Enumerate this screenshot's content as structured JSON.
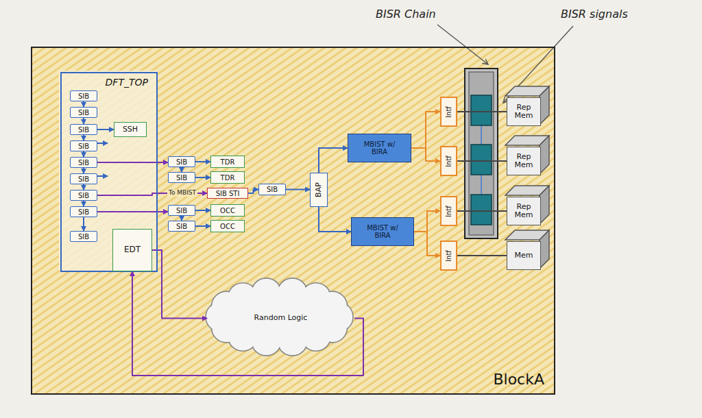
{
  "diagram": {
    "nodes": [
      {
        "text": [
          "BlockA"
        ]
      },
      {
        "text": [
          "DFT_TOP"
        ],
        "in": 0
      },
      {
        "text": [
          "SIB"
        ],
        "in": 1
      },
      {
        "text": [
          "SIB"
        ],
        "in": 1
      },
      {
        "text": [
          "SIB"
        ],
        "in": 1
      },
      {
        "text": [
          "SIB"
        ],
        "in": 1
      },
      {
        "text": [
          "SIB"
        ],
        "in": 1
      },
      {
        "text": [
          "SIB"
        ],
        "in": 1
      },
      {
        "text": [
          "SIB"
        ],
        "in": 1
      },
      {
        "text": [
          "SIB"
        ],
        "in": 1
      },
      {
        "text": [
          "SIB"
        ],
        "in": 1
      },
      {
        "text": [
          "SSH"
        ],
        "in": 1
      },
      {
        "text": [
          "EDT"
        ],
        "in": 1
      },
      {
        "text": [
          "SIB"
        ],
        "in": 0
      },
      {
        "text": [
          "TDR"
        ],
        "in": 0
      },
      {
        "text": [
          "SIB"
        ],
        "in": 0
      },
      {
        "text": [
          "TDR"
        ],
        "in": 0
      },
      {
        "text": [
          "SIB STI"
        ],
        "in": 0
      },
      {
        "text": [
          "SIB"
        ],
        "in": 0
      },
      {
        "text": [
          "OCC"
        ],
        "in": 0
      },
      {
        "text": [
          "SIB"
        ],
        "in": 0
      },
      {
        "text": [
          "OCC"
        ],
        "in": 0
      },
      {
        "text": [
          "SIB"
        ],
        "in": 0
      },
      {
        "text": [
          "BAP"
        ],
        "in": 0
      },
      {
        "text": [
          "MBIST w/ BIRA"
        ],
        "in": 0
      },
      {
        "text": [
          "MBIST w/ BIRA"
        ],
        "in": 0
      },
      {
        "text": [
          "Intf"
        ],
        "in": 0
      },
      {
        "text": [
          "Intf"
        ],
        "in": 0
      },
      {
        "text": [
          "Intf"
        ],
        "in": 0
      },
      {
        "text": [
          "Intf"
        ],
        "in": 0
      },
      {
        "text": [
          "Rep Mem"
        ],
        "in": 0
      },
      {
        "text": [
          "Rep Mem"
        ],
        "in": 0
      },
      {
        "text": [
          "Rep Mem"
        ],
        "in": 0
      },
      {
        "text": [
          "Mem"
        ],
        "in": 0
      },
      {
        "text": [
          "Random Logic"
        ],
        "in": 0
      }
    ],
    "edges": [
      {
        "from": 2,
        "to": 3,
        "arrow": "to"
      },
      {
        "from": 3,
        "to": 4,
        "arrow": "to"
      },
      {
        "from": 4,
        "to": 5,
        "arrow": "to"
      },
      {
        "from": 5,
        "to": 6,
        "arrow": "to"
      },
      {
        "from": 6,
        "to": 7,
        "arrow": "to"
      },
      {
        "from": 7,
        "to": 8,
        "arrow": "to"
      },
      {
        "from": 8,
        "to": 9,
        "arrow": "to"
      },
      {
        "from": 9,
        "to": 10,
        "arrow": "to"
      },
      {
        "from": 4,
        "to": 11,
        "arrow": "to"
      },
      {
        "from": 6,
        "to": 13,
        "arrow": "to"
      },
      {
        "from": 8,
        "to": 17,
        "label": "To MBIST",
        "arrow": "to"
      },
      {
        "from": 9,
        "to": 18,
        "arrow": "to"
      },
      {
        "from": 13,
        "to": 14,
        "arrow": "to"
      },
      {
        "from": 13,
        "to": 15,
        "arrow": "to"
      },
      {
        "from": 15,
        "to": 16,
        "arrow": "to"
      },
      {
        "from": 17,
        "to": 22,
        "arrow": "to"
      },
      {
        "from": 18,
        "to": 19,
        "arrow": "to"
      },
      {
        "from": 18,
        "to": 20,
        "arrow": "to"
      },
      {
        "from": 20,
        "to": 21,
        "arrow": "to"
      },
      {
        "from": 22,
        "to": 23,
        "arrow": "to"
      },
      {
        "from": 23,
        "to": 24,
        "arrow": "to"
      },
      {
        "from": 23,
        "to": 25,
        "arrow": "to"
      },
      {
        "from": 24,
        "to": 26,
        "arrow": "to"
      },
      {
        "from": 24,
        "to": 27,
        "arrow": "to"
      },
      {
        "from": 25,
        "to": 28,
        "arrow": "to"
      },
      {
        "from": 25,
        "to": 29,
        "arrow": "to"
      },
      {
        "from": 26,
        "to": 30,
        "arrow": "none"
      },
      {
        "from": 27,
        "to": 31,
        "arrow": "none"
      },
      {
        "from": 28,
        "to": 32,
        "arrow": "none"
      },
      {
        "from": 29,
        "to": 33,
        "arrow": "none"
      },
      {
        "from": 12,
        "to": 34,
        "arrow": "to"
      },
      {
        "from": 34,
        "to": 12,
        "arrow": "to"
      }
    ],
    "labels": [
      "BISR Chain",
      "BISR signals"
    ]
  }
}
